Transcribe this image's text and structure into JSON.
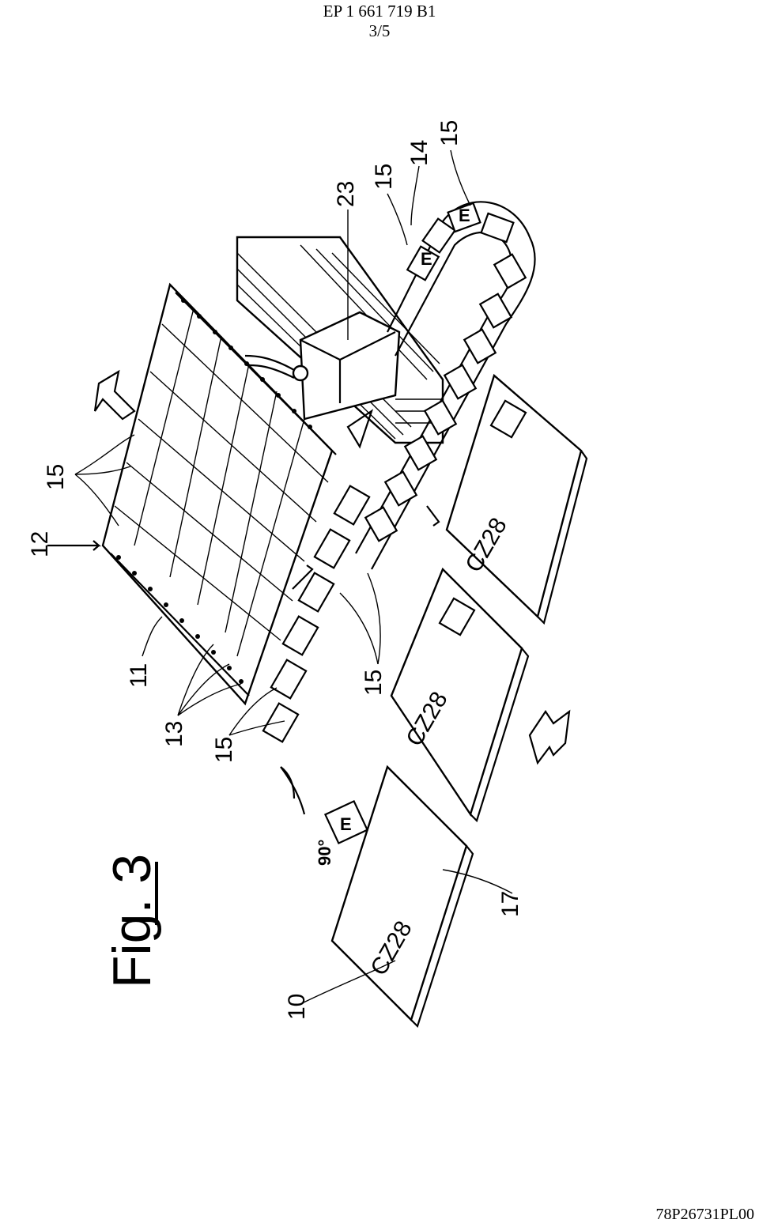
{
  "header": {
    "publication": "EP 1 661 719 B1",
    "page": "3/5"
  },
  "figure": {
    "title": "Fig. 3",
    "angle_label": "90°",
    "callouts": {
      "c10": "10",
      "c11": "11",
      "c12": "12",
      "c13": "13",
      "c14": "14",
      "c15": "15",
      "c17": "17",
      "c23": "23"
    },
    "tag_letter": "E",
    "sheet_text": "CZ28"
  },
  "footer": {
    "code": "78P26731PL00"
  }
}
